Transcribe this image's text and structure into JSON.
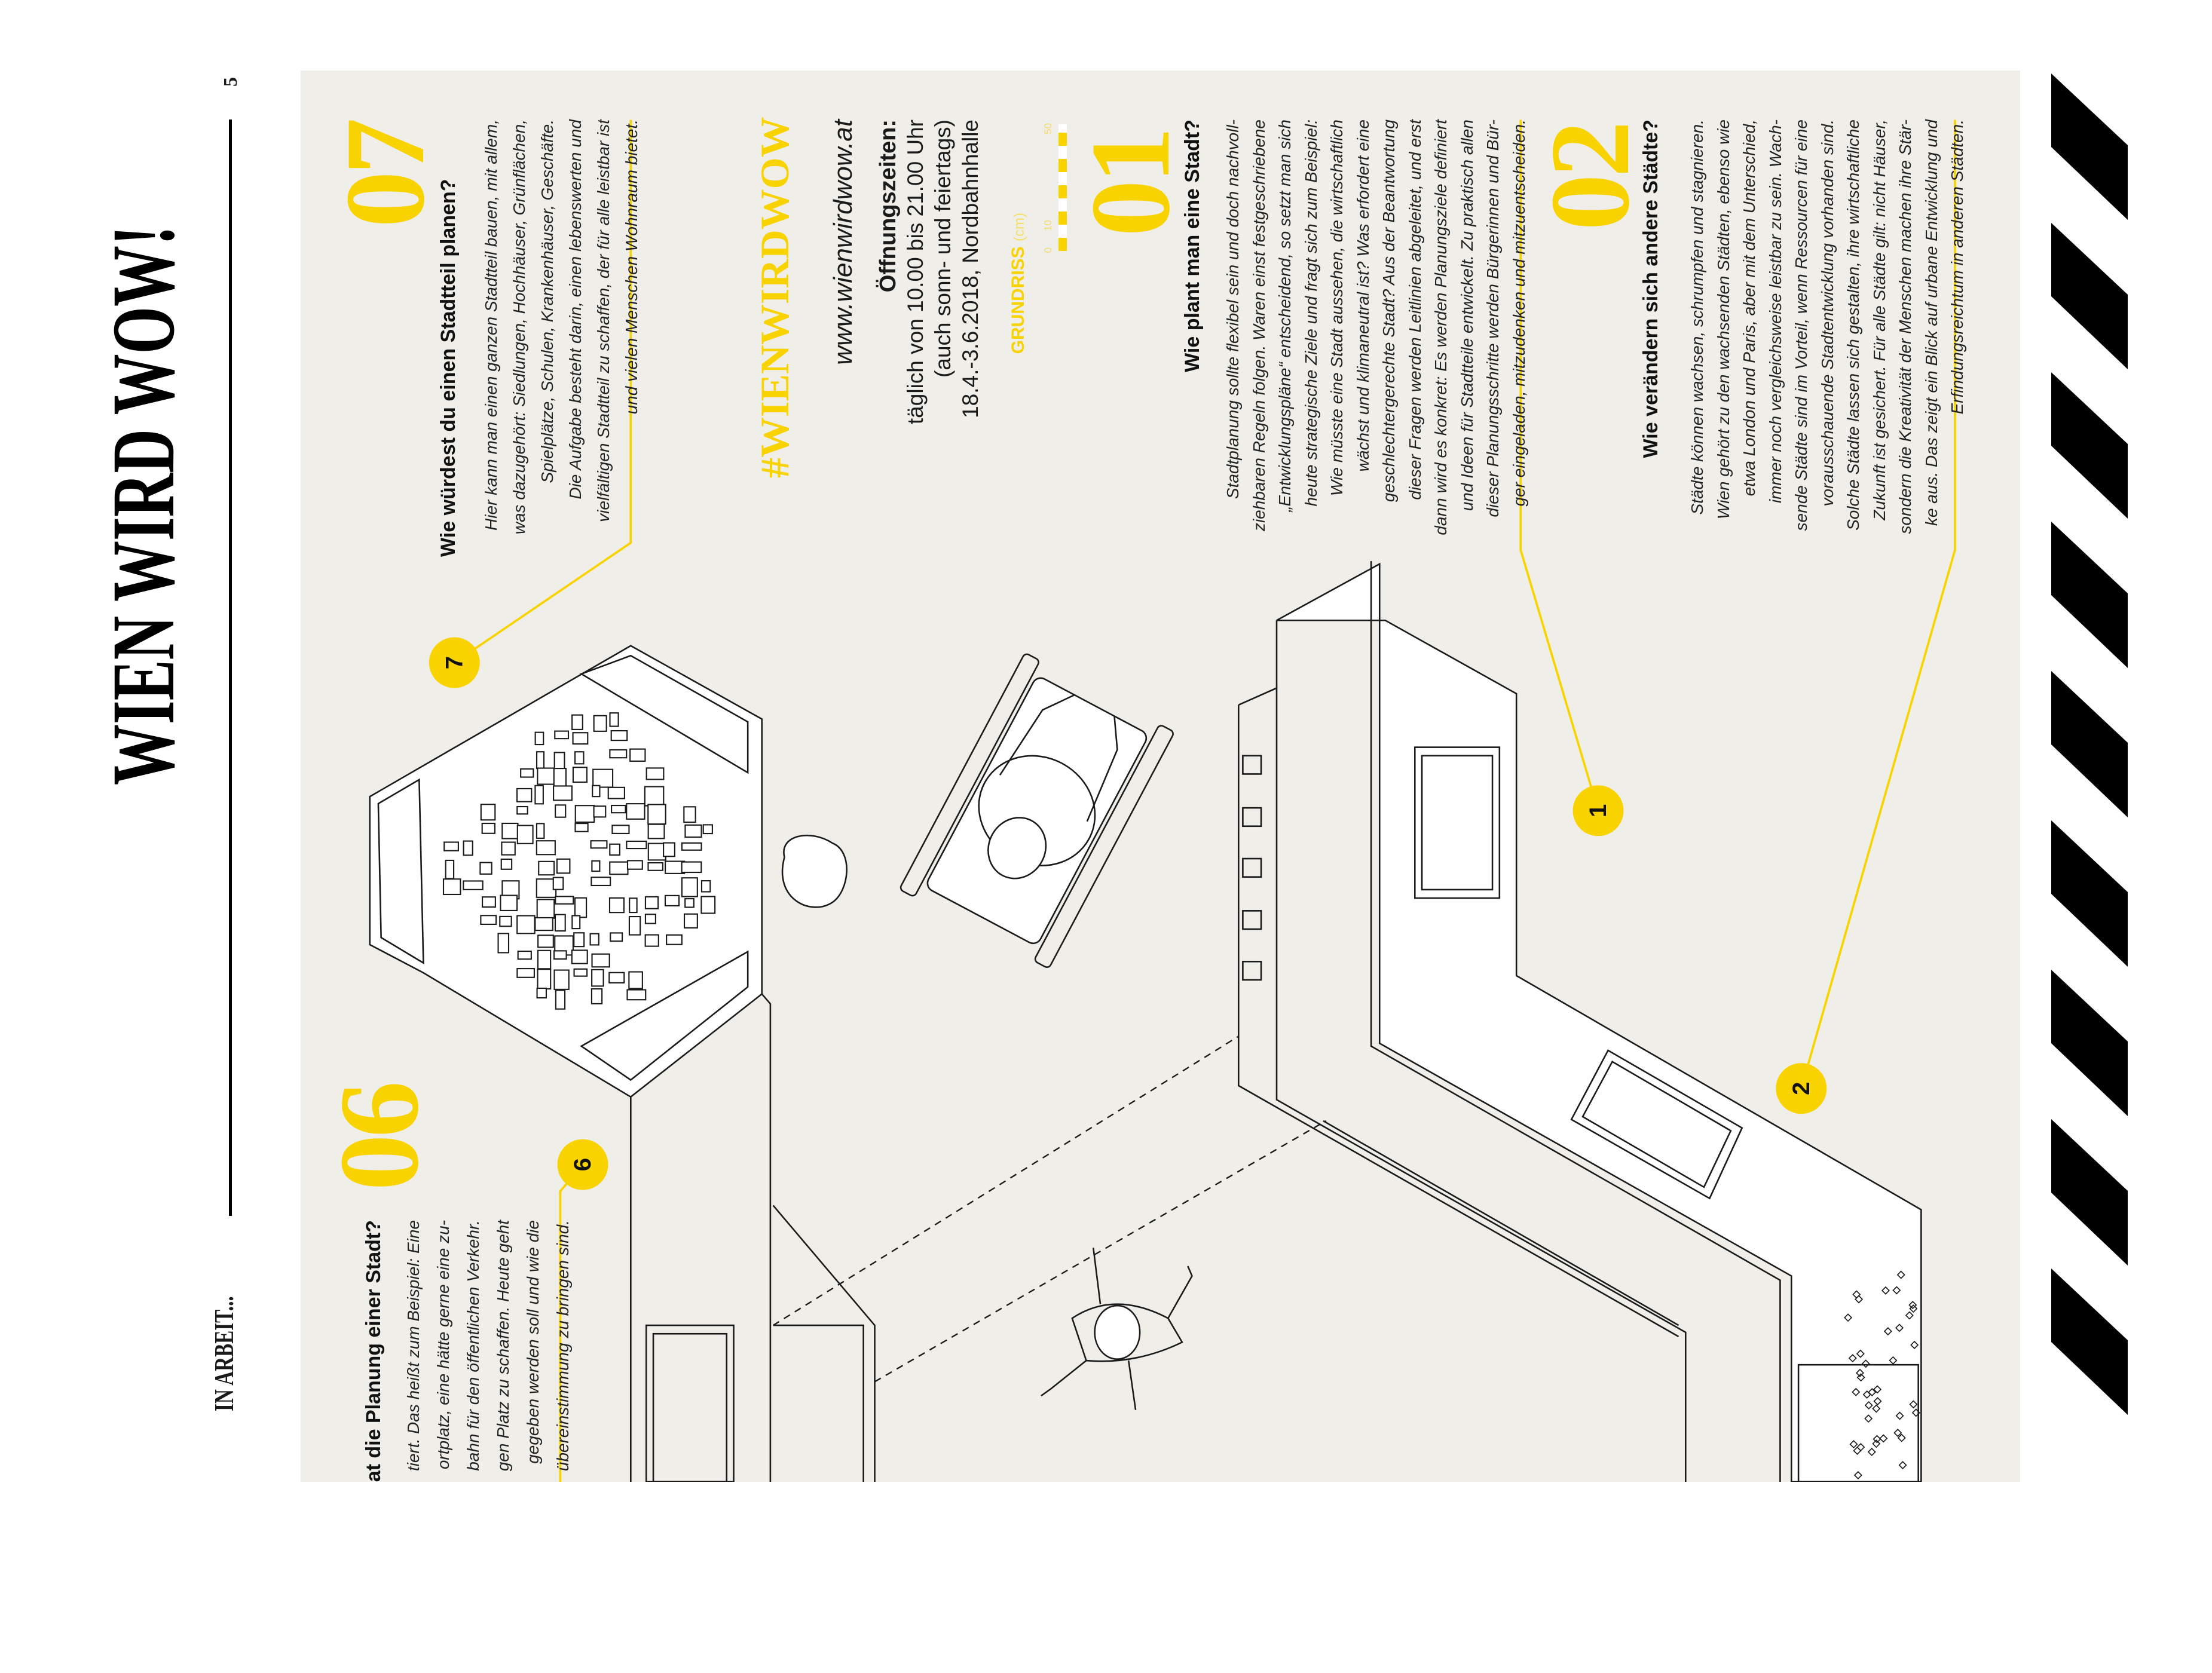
{
  "header": {
    "title": "WIEN WIRD WOW!",
    "section": "IN ARBEIT...",
    "page_number": "5"
  },
  "colors": {
    "accent": "#f9d300",
    "panel": "#efeee8",
    "text": "#1a1a1a"
  },
  "columns": {
    "c07": {
      "number": "07",
      "heading": "Wie würdest du einen Stadtteil planen?",
      "lines": [
        "Hier kann man einen ganzen Stadtteil bauen, mit allem,",
        "was dazugehört: Siedlungen, Hochhäuser, Grünflächen,",
        "Spielplätze, Schulen, Krankenhäuser, Geschäfte.",
        "Die Aufgabe besteht darin, einen lebenswerten und",
        "vielfältigen Stadtteil zu schaffen, der für alle leistbar ist",
        "und vielen Menschen Wohnraum bietet."
      ]
    },
    "c01": {
      "number": "01",
      "heading": "Wie plant man eine Stadt?",
      "lines": [
        "Stadtplanung sollte flexibel sein und doch nachvoll-",
        "ziehbaren Regeln folgen. Waren einst festgeschriebene",
        "„Entwicklungspläne“ entscheidend, so setzt man sich",
        "heute strategische Ziele und fragt sich zum Beispiel:",
        "Wie müsste eine Stadt aussehen, die wirtschaftlich",
        "wächst und klimaneutral ist? Was erfordert eine",
        "geschlechtergerechte Stadt? Aus der Beantwortung",
        "dieser Fragen werden Leitlinien abgeleitet, und erst",
        "dann wird es konkret: Es werden Planungsziele definiert",
        "und Ideen für Stadtteile entwickelt. Zu praktisch allen",
        "dieser Planungsschritte werden Bürgerinnen und Bür-",
        "ger eingeladen, mitzudenken und mitzuentscheiden."
      ]
    },
    "c02": {
      "number": "02",
      "heading": "Wie verändern sich andere Städte?",
      "lines": [
        "Städte können wachsen, schrumpfen und stagnieren.",
        "Wien gehört zu den wachsenden Städten, ebenso wie",
        "etwa London und Paris, aber mit dem Unterschied,",
        "immer noch vergleichsweise leistbar zu sein. Wach-",
        "sende Städte sind im Vorteil, wenn Ressourcen für eine",
        "vorausschauende Stadtentwicklung vorhanden sind.",
        "Solche Städte lassen sich gestalten, ihre wirtschaftliche",
        "Zukunft ist gesichert. Für alle Städte gilt: nicht Häuser,",
        "sondern die Kreativität der Menschen machen ihre Stär-",
        "ke aus. Das zeigt ein Blick auf urbane Entwicklung und",
        "Erfindungsreichtum in anderen Städten."
      ]
    },
    "c06": {
      "number": "06",
      "heading": "at die Planung einer Stadt?",
      "lines": [
        "tiert. Das heißt zum Beispiel: Eine",
        "ortplatz, eine hätte gerne eine zu-",
        "bahn für den öffentlichen Verkehr.",
        "gen Platz zu schaffen. Heute geht",
        "gegeben werden soll und wie die",
        "übereinstimmung zu bringen sind."
      ]
    }
  },
  "info": {
    "hashtag": "#WIENWIRDWOW",
    "website": "www.wienwirdwow.at",
    "hours_label": "Öffnungszeiten:",
    "hours_lines": [
      "täglich von 10.00 bis 21.00 Uhr",
      "(auch sonn- und feiertags)",
      "18.4.-3.6.2018, Nordbahnhalle"
    ]
  },
  "scale": {
    "label": "GRUNDRISS",
    "unit": "(cm)",
    "ticks": [
      "0",
      "10",
      "50"
    ]
  },
  "markers": [
    "7",
    "1",
    "2",
    "6"
  ]
}
